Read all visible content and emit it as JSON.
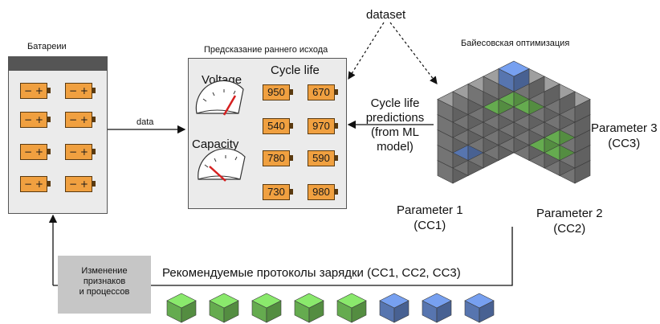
{
  "batteries": {
    "title": "Батареии",
    "cell_label": "− +",
    "cell_count": 8
  },
  "arrow_label": "data",
  "prediction": {
    "title": "Предсказание раннего исхода",
    "voltage_label": "Voltage",
    "capacity_label": "Capacity",
    "cycle_life_label": "Cycle life",
    "values": [
      "950",
      "670",
      "540",
      "970",
      "780",
      "590",
      "730",
      "980"
    ]
  },
  "dataset_label": "dataset",
  "predictions_text": [
    "Cycle life",
    "predictions",
    "(from ML",
    "model)"
  ],
  "optimization": {
    "title": "Байесовская оптимизация",
    "param1": [
      "Parameter 1",
      "(CC1)"
    ],
    "param2": [
      "Parameter 2",
      "(CC2)"
    ],
    "param3": [
      "Parameter 3",
      "(CC3)"
    ]
  },
  "feedback_box": [
    "Изменение",
    "признаков",
    "и процессов"
  ],
  "recommended": {
    "label": "Рекомендуемые протоколы зарядки (CC1, CC2, CC3)",
    "cubes": [
      "green",
      "green",
      "green",
      "green",
      "green",
      "blue",
      "blue",
      "blue"
    ]
  },
  "colors": {
    "gray": "#8e8e8e",
    "green": "#7bd060",
    "blue": "#6a8fd6",
    "orange": "#f0a040",
    "needle": "#d62020"
  }
}
